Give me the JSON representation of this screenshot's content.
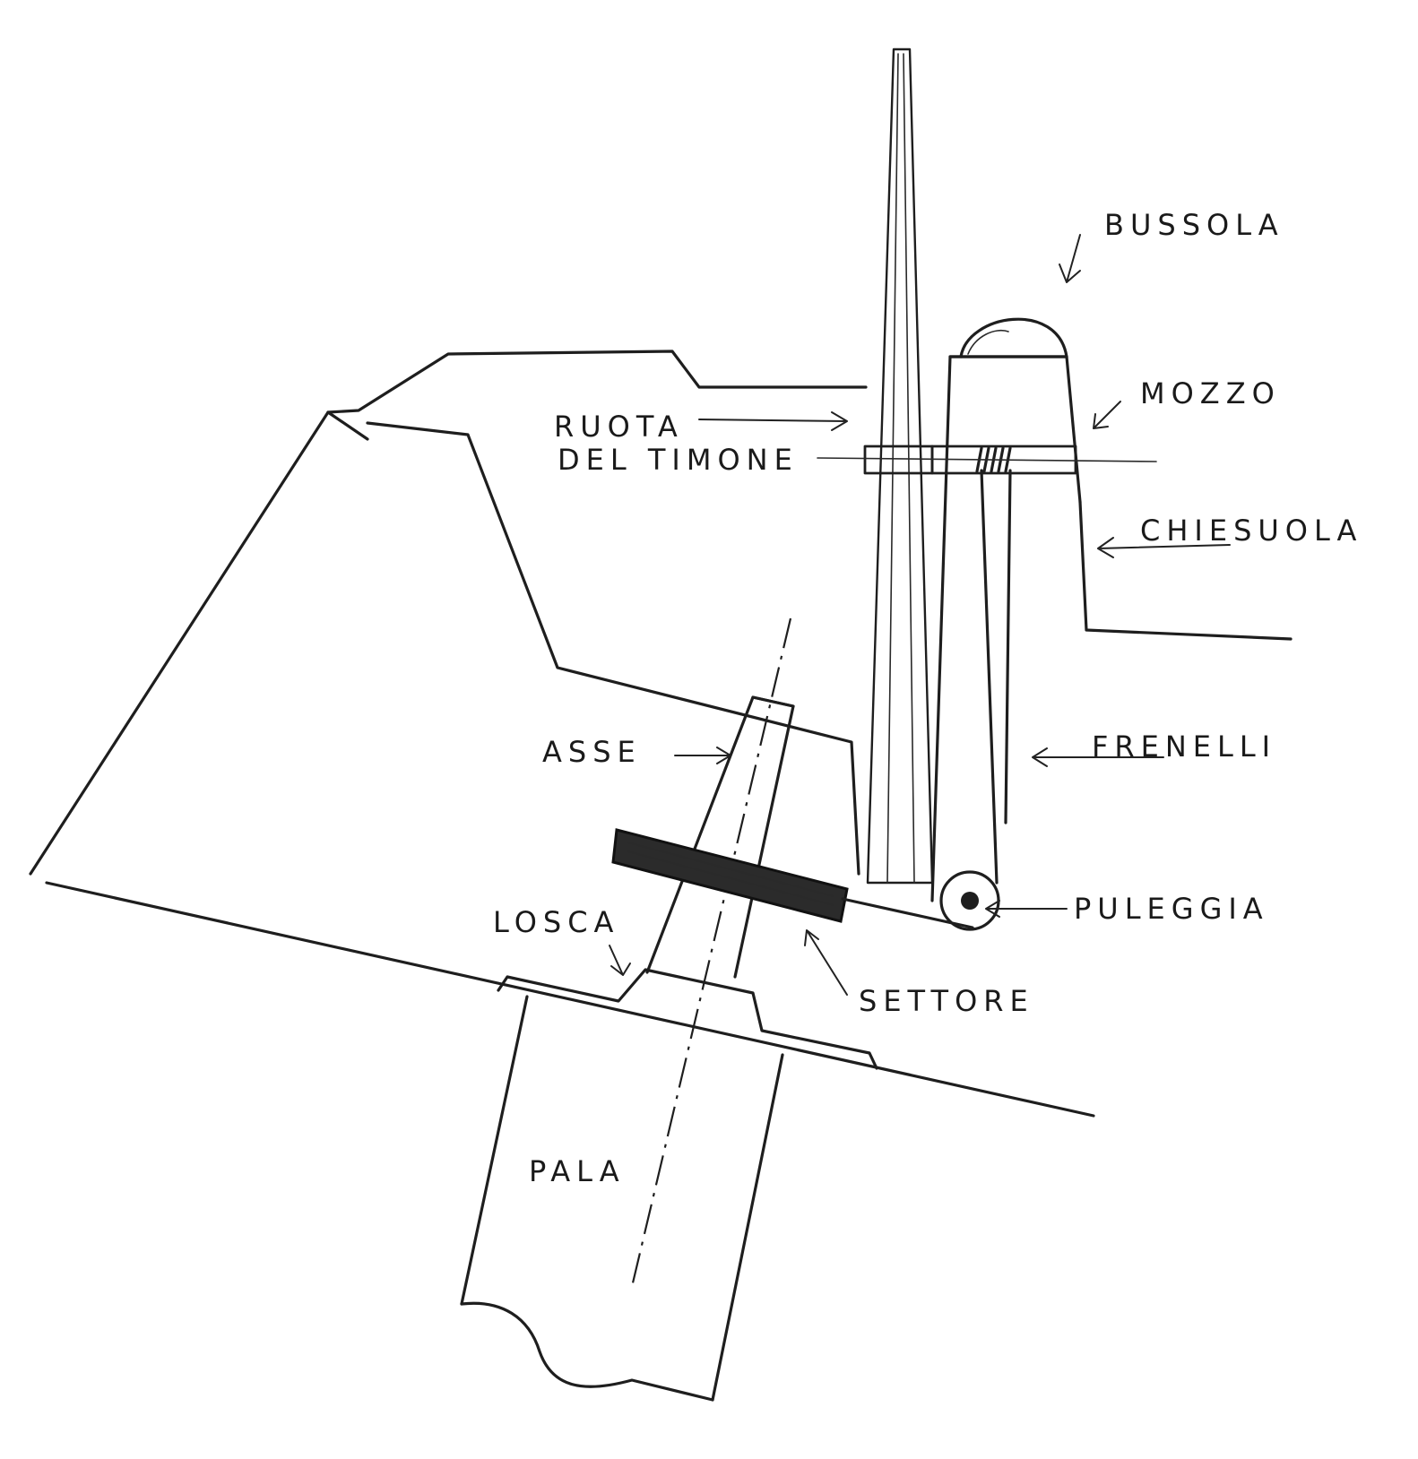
{
  "labels": {
    "bussola": "BUSSOLA",
    "mozzo": "MOZZO",
    "ruota_line1": "RUOTA",
    "ruota_line2": "DEL TIMONE",
    "chiesuola": "CHIESUOLA",
    "frenelli": "FRENELLI",
    "asse": "ASSE",
    "puleggia": "PULEGGIA",
    "losca": "LOSCA",
    "settore": "SETTORE",
    "pala": "PALA"
  },
  "colors": {
    "ink": "#1e1e1e",
    "paper": "#ffffff"
  }
}
